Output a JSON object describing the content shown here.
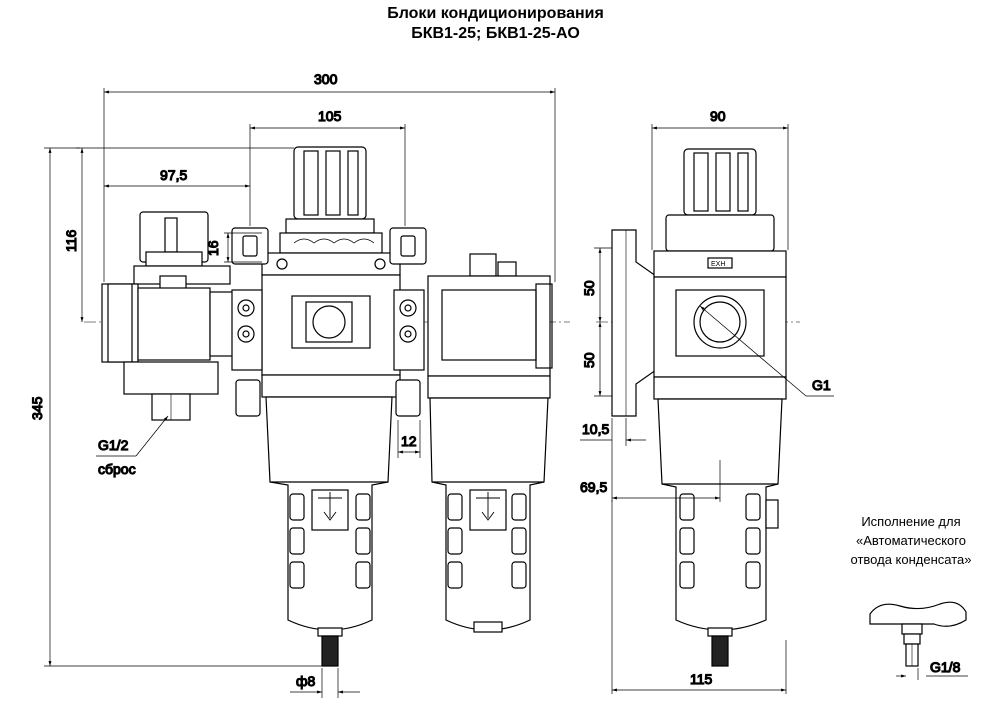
{
  "title": {
    "line1": "Блоки кондиционирования",
    "line2": "БКВ1-25; БКВ1-25-АО"
  },
  "dimensions": {
    "overall_width": "300",
    "body_width": "105",
    "offset": "97,5",
    "height_top": "116",
    "total_height": "345",
    "knob_height": "16",
    "gap": "12",
    "drain_diameter": "ф8",
    "side_width": "90",
    "upper_half": "50",
    "lower_half": "50",
    "bracket_thickness": "10,5",
    "bracket_depth": "69,5",
    "side_depth": "115"
  },
  "labels": {
    "port_main": "G1",
    "port_exhaust": "G1/2",
    "exhaust_word": "сброс",
    "port_auto_drain": "G1/8",
    "exh_marking": "EXH"
  },
  "note": {
    "line1": "Исполнение для",
    "line2": "«Автоматического",
    "line3": "отвода конденсата»"
  },
  "colors": {
    "line": "#000000",
    "fill": "#ffffff",
    "hatch": "#555555"
  }
}
